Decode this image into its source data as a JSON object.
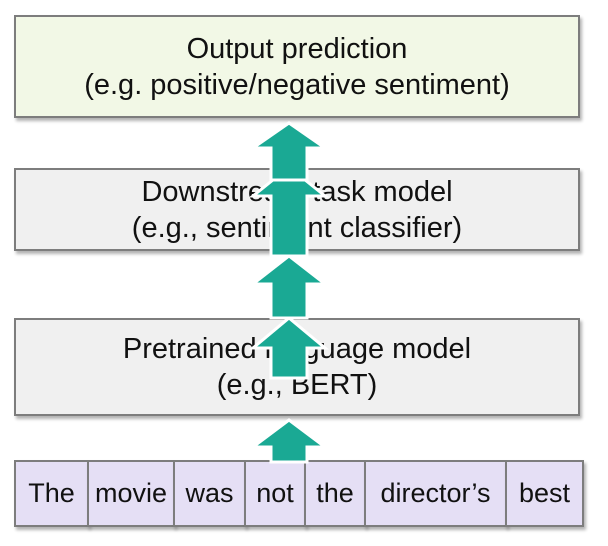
{
  "output_box": {
    "line1": "Output prediction",
    "line2": "(e.g. positive/negative sentiment)"
  },
  "downstream_box": {
    "line1": "Downstream task model",
    "line2": "(e.g., sentiment classifier)"
  },
  "pretrained_box": {
    "line1": "Pretrained language model",
    "line2": "(e.g., BERT)"
  },
  "tokens": [
    "The",
    "movie",
    "was",
    "not",
    "the",
    "director’s",
    "best"
  ],
  "colors": {
    "output_fill": "#f2f8e6",
    "model_fill": "#f0f0f0",
    "token_fill": "#e5dff5",
    "arrow_fill": "#1aa994",
    "border": "#7d7d7d"
  },
  "icons": [
    "up-arrow-icon"
  ]
}
